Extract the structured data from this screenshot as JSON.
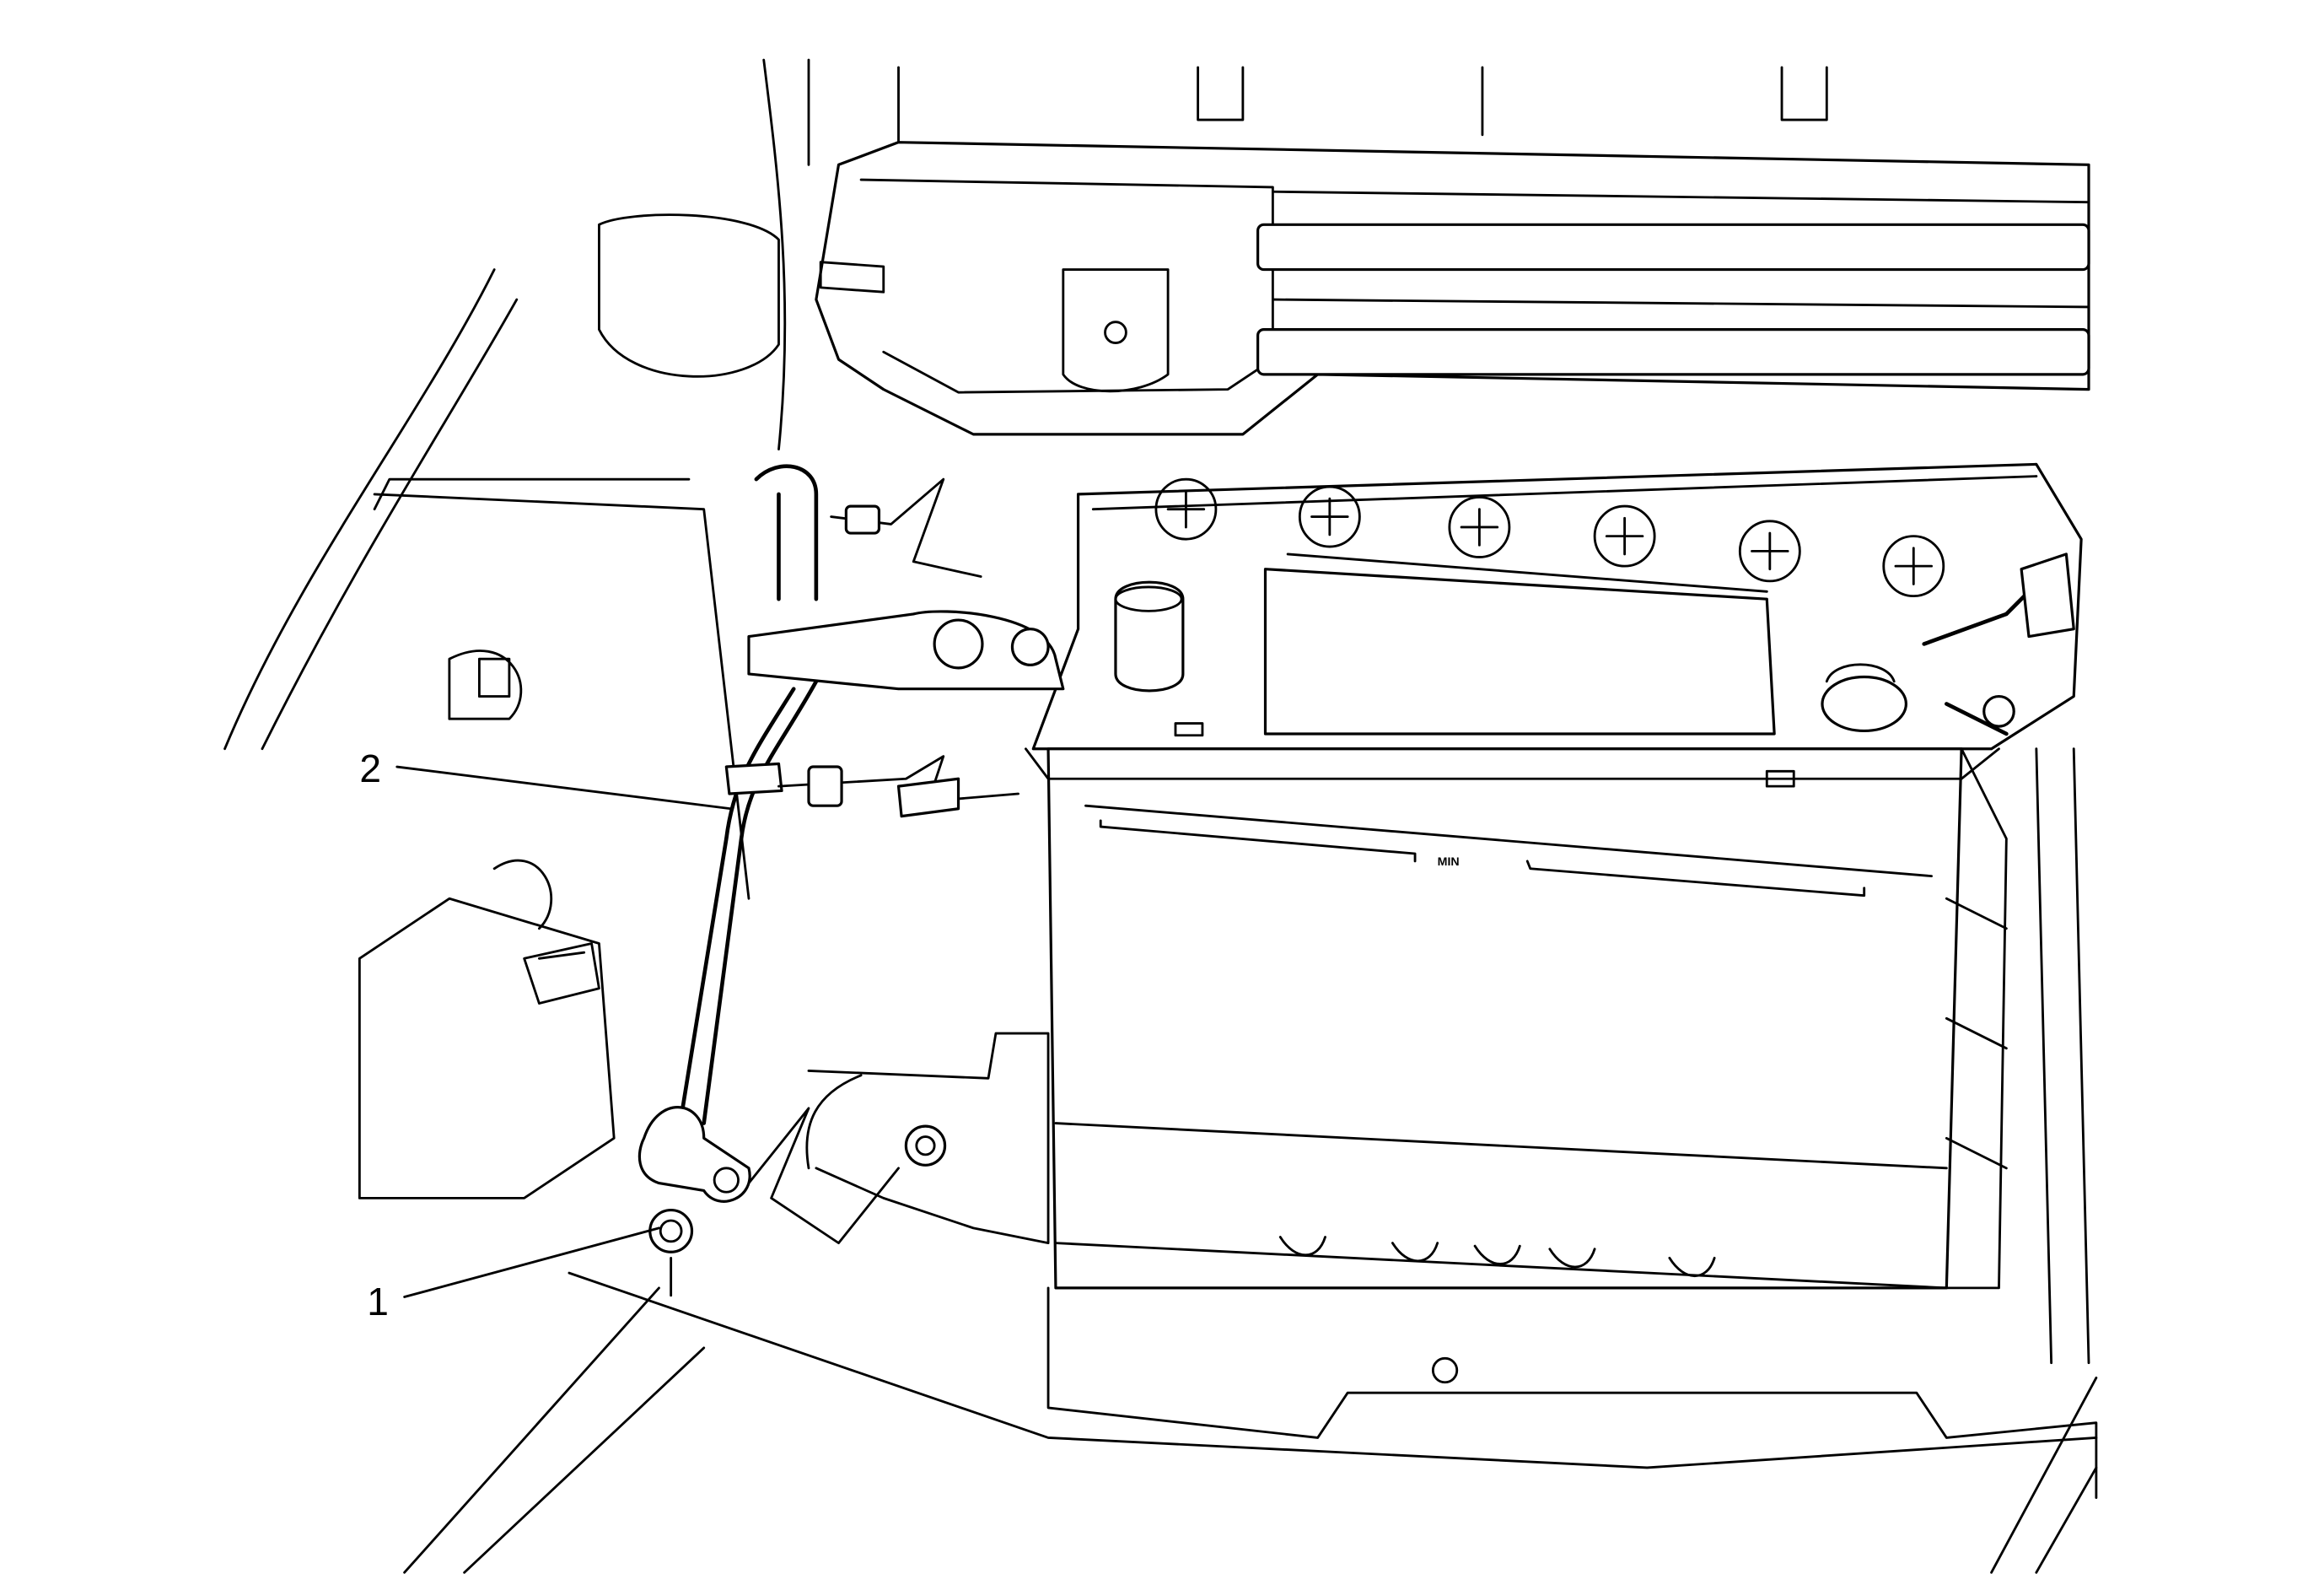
{
  "diagram": {
    "subject": "battery-negative-cable-ground",
    "callouts": [
      {
        "label": "1",
        "target": "ground-nut"
      },
      {
        "label": "2",
        "target": "battery-negative-cable"
      }
    ],
    "battery_level_label": "MIN",
    "line_color": "#000000",
    "background_color": "#ffffff"
  }
}
